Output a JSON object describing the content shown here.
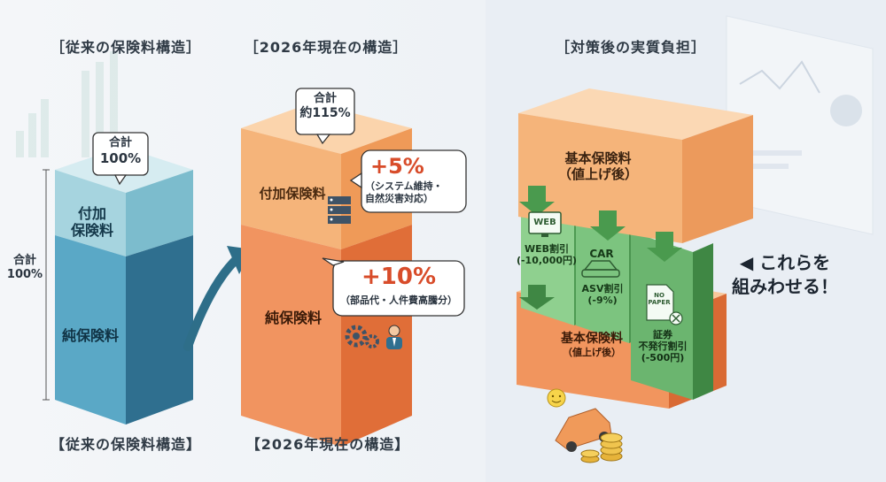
{
  "left_panel": {
    "title_top": "［従来の保険料構造］",
    "title_bottom": "【従来の保険料構造】",
    "total_bubble": [
      "合計",
      "100%"
    ],
    "side_total": [
      "合計",
      "100%"
    ],
    "upper_block": "付加\n保険料",
    "lower_block": "純保険料"
  },
  "middle_panel": {
    "title_top": "［2026年現在の構造］",
    "title_bottom": "【2026年現在の構造】",
    "total_bubble": [
      "合計",
      "約115%"
    ],
    "upper_block": "付加保険料",
    "lower_block": "純保険料",
    "callout_upper": {
      "value": "+5%",
      "note": [
        "（システム維持・",
        "自然災害対応）"
      ]
    },
    "callout_lower": {
      "value": "+10%",
      "note": "（部品代・人件費高騰分）"
    }
  },
  "right_panel": {
    "title_top": "［対策後の実質負担］",
    "top_block": [
      "基本保険料",
      "（値上げ後）"
    ],
    "base_block": [
      "基本保険料",
      "（値上げ後）"
    ],
    "discounts": [
      {
        "icon_text": "WEB",
        "label": [
          "WEB割引",
          "(-10,000円)"
        ]
      },
      {
        "icon_text": "CAR",
        "label": [
          "ASV割引",
          "(-9%)"
        ]
      },
      {
        "icon_text": "NO PAPER",
        "label": [
          "証券",
          "不発行割引",
          "(-500円)"
        ]
      }
    ],
    "cta": [
      "◀ これらを",
      "組みわせる！"
    ]
  },
  "colors": {
    "blue_front": "#3e8fb0",
    "blue_light": "#8ec7d6",
    "orange_light": "#f5b47a",
    "orange_dark": "#ea7a45",
    "green": "#67b56a",
    "accent_red": "#d84c2a"
  }
}
